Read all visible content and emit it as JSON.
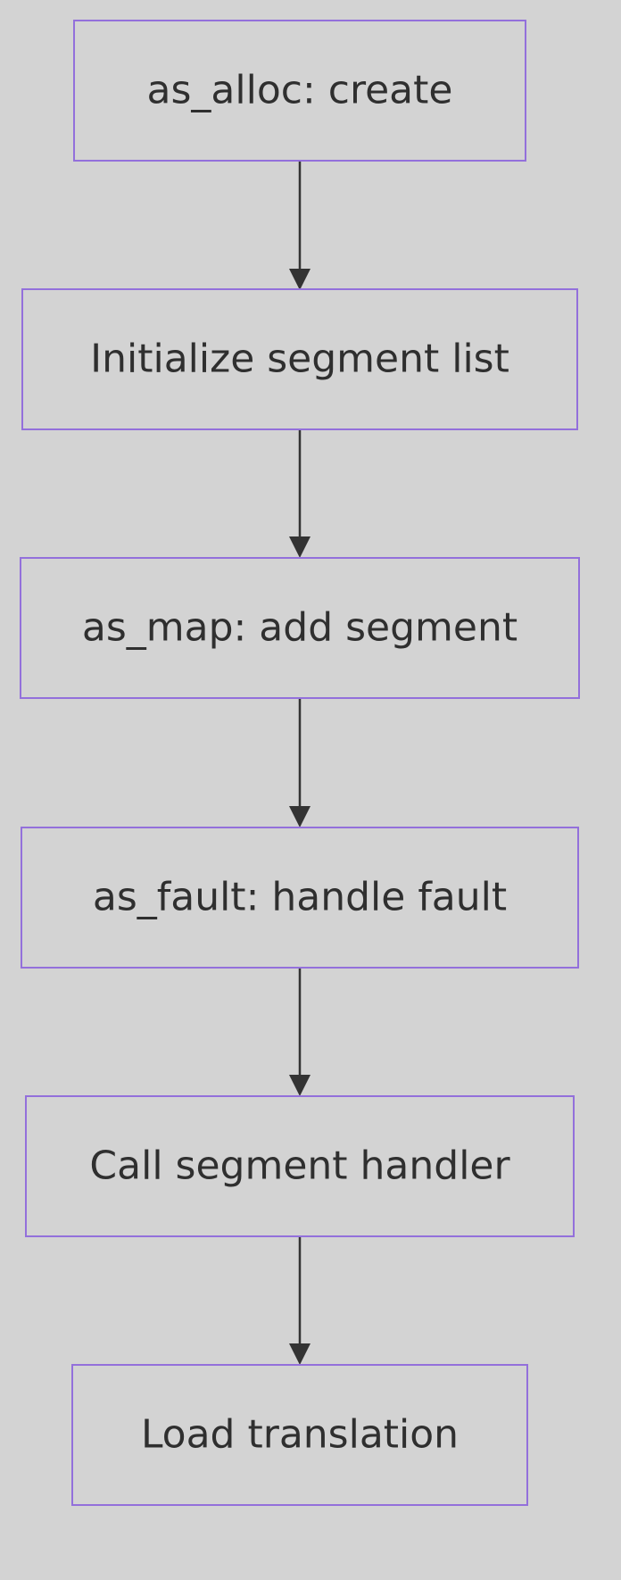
{
  "flowchart": {
    "nodes": [
      {
        "id": "create",
        "label": "as_alloc: create"
      },
      {
        "id": "init",
        "label": "Initialize segment list"
      },
      {
        "id": "map",
        "label": "as_map: add segment"
      },
      {
        "id": "fault",
        "label": "as_fault: handle fault"
      },
      {
        "id": "handler",
        "label": "Call segment handler"
      },
      {
        "id": "translate",
        "label": "Load translation"
      }
    ],
    "edges": [
      {
        "from": "create",
        "to": "init"
      },
      {
        "from": "init",
        "to": "map"
      },
      {
        "from": "map",
        "to": "fault"
      },
      {
        "from": "fault",
        "to": "handler"
      },
      {
        "from": "handler",
        "to": "translate"
      }
    ]
  },
  "colors": {
    "background": "#d3d3d3",
    "node_border": "#9370db",
    "node_text": "#2f2f2f",
    "edge": "#333333"
  }
}
